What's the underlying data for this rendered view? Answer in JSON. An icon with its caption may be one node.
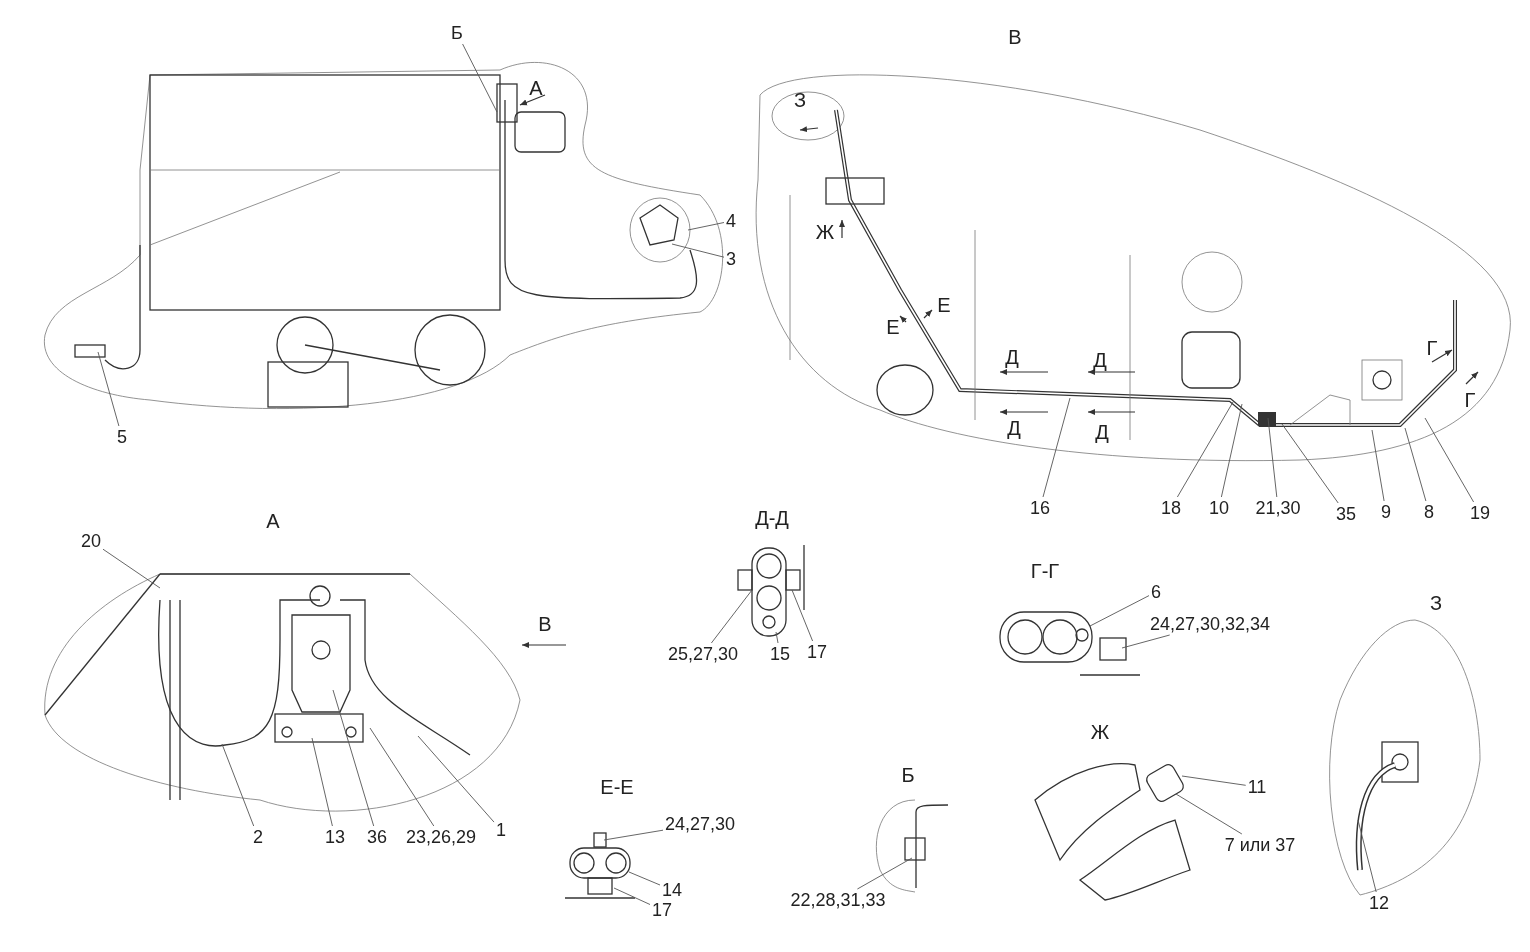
{
  "diagram": {
    "nodes": [
      {
        "text": [
          "Б"
        ]
      },
      {
        "text": [
          "4"
        ]
      },
      {
        "text": [
          "3"
        ]
      },
      {
        "text": [
          "5"
        ]
      },
      {
        "text": [
          "16"
        ]
      },
      {
        "text": [
          "18"
        ]
      },
      {
        "text": [
          "10"
        ]
      },
      {
        "text": [
          "21,30"
        ]
      },
      {
        "text": [
          "35"
        ]
      },
      {
        "text": [
          "9"
        ]
      },
      {
        "text": [
          "8"
        ]
      },
      {
        "text": [
          "19"
        ]
      },
      {
        "text": [
          "20"
        ]
      },
      {
        "text": [
          "2"
        ]
      },
      {
        "text": [
          "13"
        ]
      },
      {
        "text": [
          "36"
        ]
      },
      {
        "text": [
          "23,26,29"
        ]
      },
      {
        "text": [
          "1"
        ]
      },
      {
        "text": [
          "25,27,30"
        ]
      },
      {
        "text": [
          "15"
        ]
      },
      {
        "text": [
          "17"
        ]
      },
      {
        "text": [
          "6"
        ]
      },
      {
        "text": [
          "24,27,30,32,34"
        ]
      },
      {
        "text": [
          "11"
        ]
      },
      {
        "text": [
          "7 или 37"
        ]
      },
      {
        "text": [
          "12"
        ]
      },
      {
        "text": [
          "24,27,30"
        ]
      },
      {
        "text": [
          "14"
        ]
      },
      {
        "text": [
          "17"
        ]
      },
      {
        "text": [
          "22,28,31,33"
        ]
      }
    ],
    "edges": [
      {
        "from": 0,
        "to": null,
        "arrow": "none"
      },
      {
        "from": 1,
        "to": null,
        "arrow": "none"
      },
      {
        "from": 2,
        "to": null,
        "arrow": "none"
      },
      {
        "from": 3,
        "to": null,
        "arrow": "none"
      },
      {
        "from": 4,
        "to": null,
        "arrow": "none"
      },
      {
        "from": 5,
        "to": null,
        "arrow": "none"
      },
      {
        "from": 6,
        "to": null,
        "arrow": "none"
      },
      {
        "from": 7,
        "to": null,
        "arrow": "none"
      },
      {
        "from": 8,
        "to": null,
        "arrow": "none"
      },
      {
        "from": 9,
        "to": null,
        "arrow": "none"
      },
      {
        "from": 10,
        "to": null,
        "arrow": "none"
      },
      {
        "from": 11,
        "to": null,
        "arrow": "none"
      },
      {
        "from": 12,
        "to": null,
        "arrow": "none"
      },
      {
        "from": 13,
        "to": null,
        "arrow": "none"
      },
      {
        "from": 14,
        "to": null,
        "arrow": "none"
      },
      {
        "from": 15,
        "to": null,
        "arrow": "none"
      },
      {
        "from": 16,
        "to": null,
        "arrow": "none"
      },
      {
        "from": 17,
        "to": null,
        "arrow": "none"
      },
      {
        "from": 18,
        "to": null,
        "arrow": "none"
      },
      {
        "from": 19,
        "to": null,
        "arrow": "none"
      },
      {
        "from": 20,
        "to": null,
        "arrow": "none"
      },
      {
        "from": 21,
        "to": null,
        "arrow": "none"
      },
      {
        "from": 22,
        "to": null,
        "arrow": "none"
      },
      {
        "from": 23,
        "to": null,
        "arrow": "none"
      },
      {
        "from": 24,
        "to": null,
        "arrow": "none"
      },
      {
        "from": 25,
        "to": null,
        "arrow": "none"
      },
      {
        "from": 26,
        "to": null,
        "arrow": "none"
      },
      {
        "from": 27,
        "to": null,
        "arrow": "none"
      },
      {
        "from": 28,
        "to": null,
        "arrow": "none"
      },
      {
        "from": 29,
        "to": null,
        "arrow": "none"
      }
    ],
    "labels": [
      "В",
      "А",
      "З",
      "Ж",
      "Е",
      "Е",
      "Д",
      "Д",
      "Д",
      "Д",
      "Г",
      "Г",
      "А",
      "В",
      "Д-Д",
      "Г-Г",
      "З",
      "Ж",
      "Е-Е",
      "Б"
    ]
  }
}
